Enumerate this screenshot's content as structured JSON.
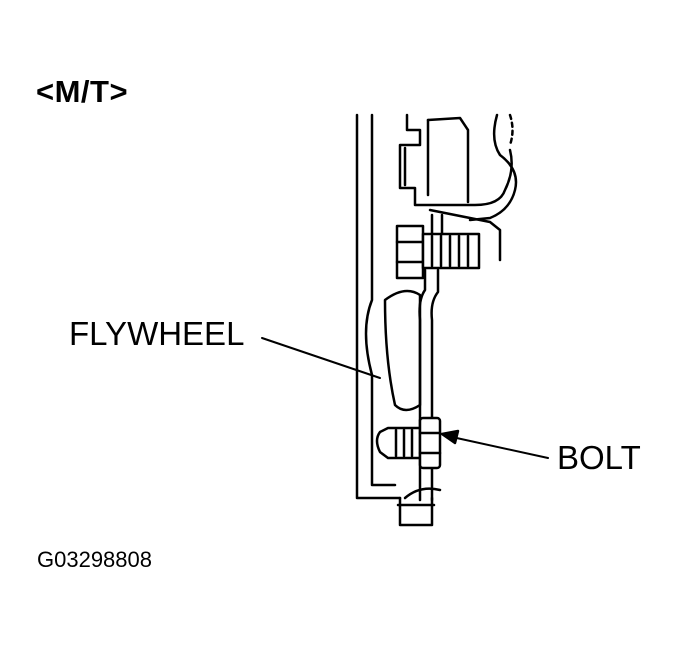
{
  "title": "<M/T>",
  "labels": {
    "flywheel": "FLYWHEEL",
    "bolt": "BOLT"
  },
  "figure_id": "G03298808",
  "colors": {
    "ink": "#000000",
    "background": "#ffffff"
  }
}
